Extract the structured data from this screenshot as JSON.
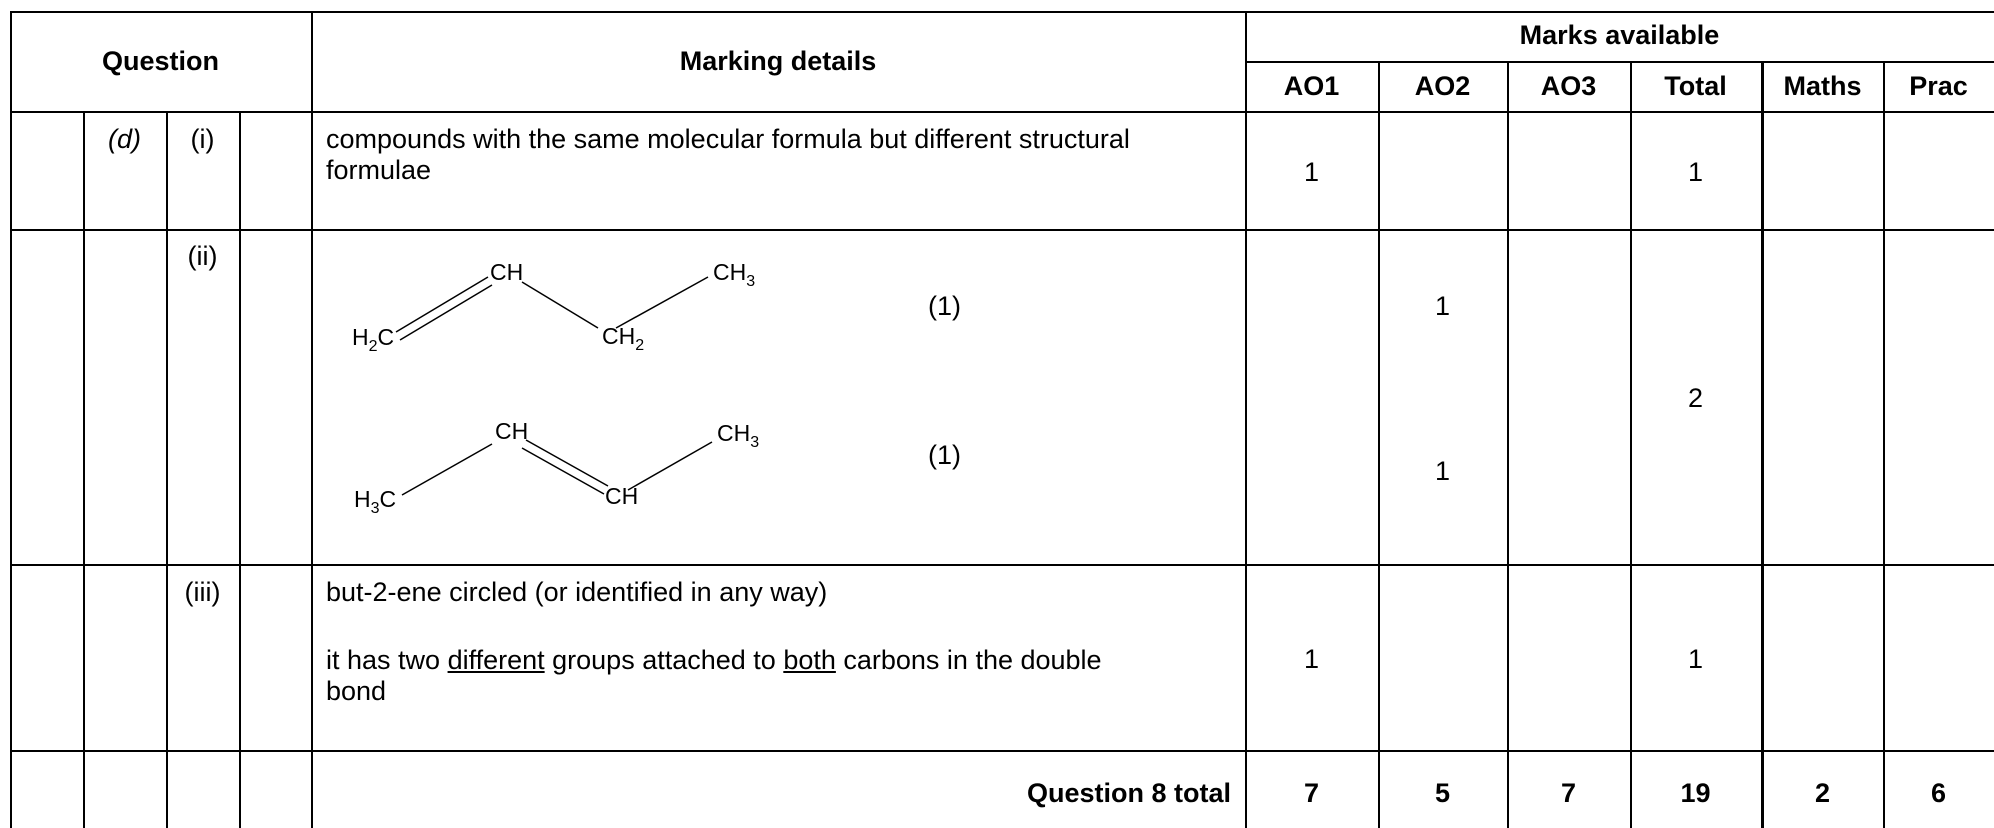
{
  "header": {
    "question": "Question",
    "marking_details": "Marking details",
    "marks_available": "Marks available",
    "columns": [
      "AO1",
      "AO2",
      "AO3",
      "Total",
      "Maths",
      "Prac"
    ]
  },
  "rows": [
    {
      "part": "(d)",
      "sub": "(i)",
      "text": "compounds with the same molecular formula but different structural formulae",
      "ao1": "1",
      "total": "1"
    },
    {
      "sub": "(ii)",
      "mark_a": "(1)",
      "mark_b": "(1)",
      "ao2_a": "1",
      "ao2_b": "1",
      "total": "2",
      "structure_a": {
        "left": "H",
        "left_sub": "2",
        "left_end": "C",
        "mid_top": "CH",
        "mid_bottom": "CH",
        "mid_bottom_sub": "2",
        "right": "CH",
        "right_sub": "3"
      },
      "structure_b": {
        "left": "H",
        "left_sub": "3",
        "left_end": "C",
        "mid_top": "CH",
        "mid_bottom": "CH",
        "right": "CH",
        "right_sub": "3"
      }
    },
    {
      "sub": "(iii)",
      "line1": "but-2-ene circled (or identified in any way)",
      "line2_a": "it has two ",
      "line2_u1": "different",
      "line2_b": " groups attached to ",
      "line2_u2": "both",
      "line2_c": " carbons in the double",
      "line3": "bond",
      "ao1": "1",
      "total": "1"
    }
  ],
  "total_row": {
    "label": "Question 8 total",
    "ao1": "7",
    "ao2": "5",
    "ao3": "7",
    "total": "19",
    "maths": "2",
    "prac": "6"
  }
}
